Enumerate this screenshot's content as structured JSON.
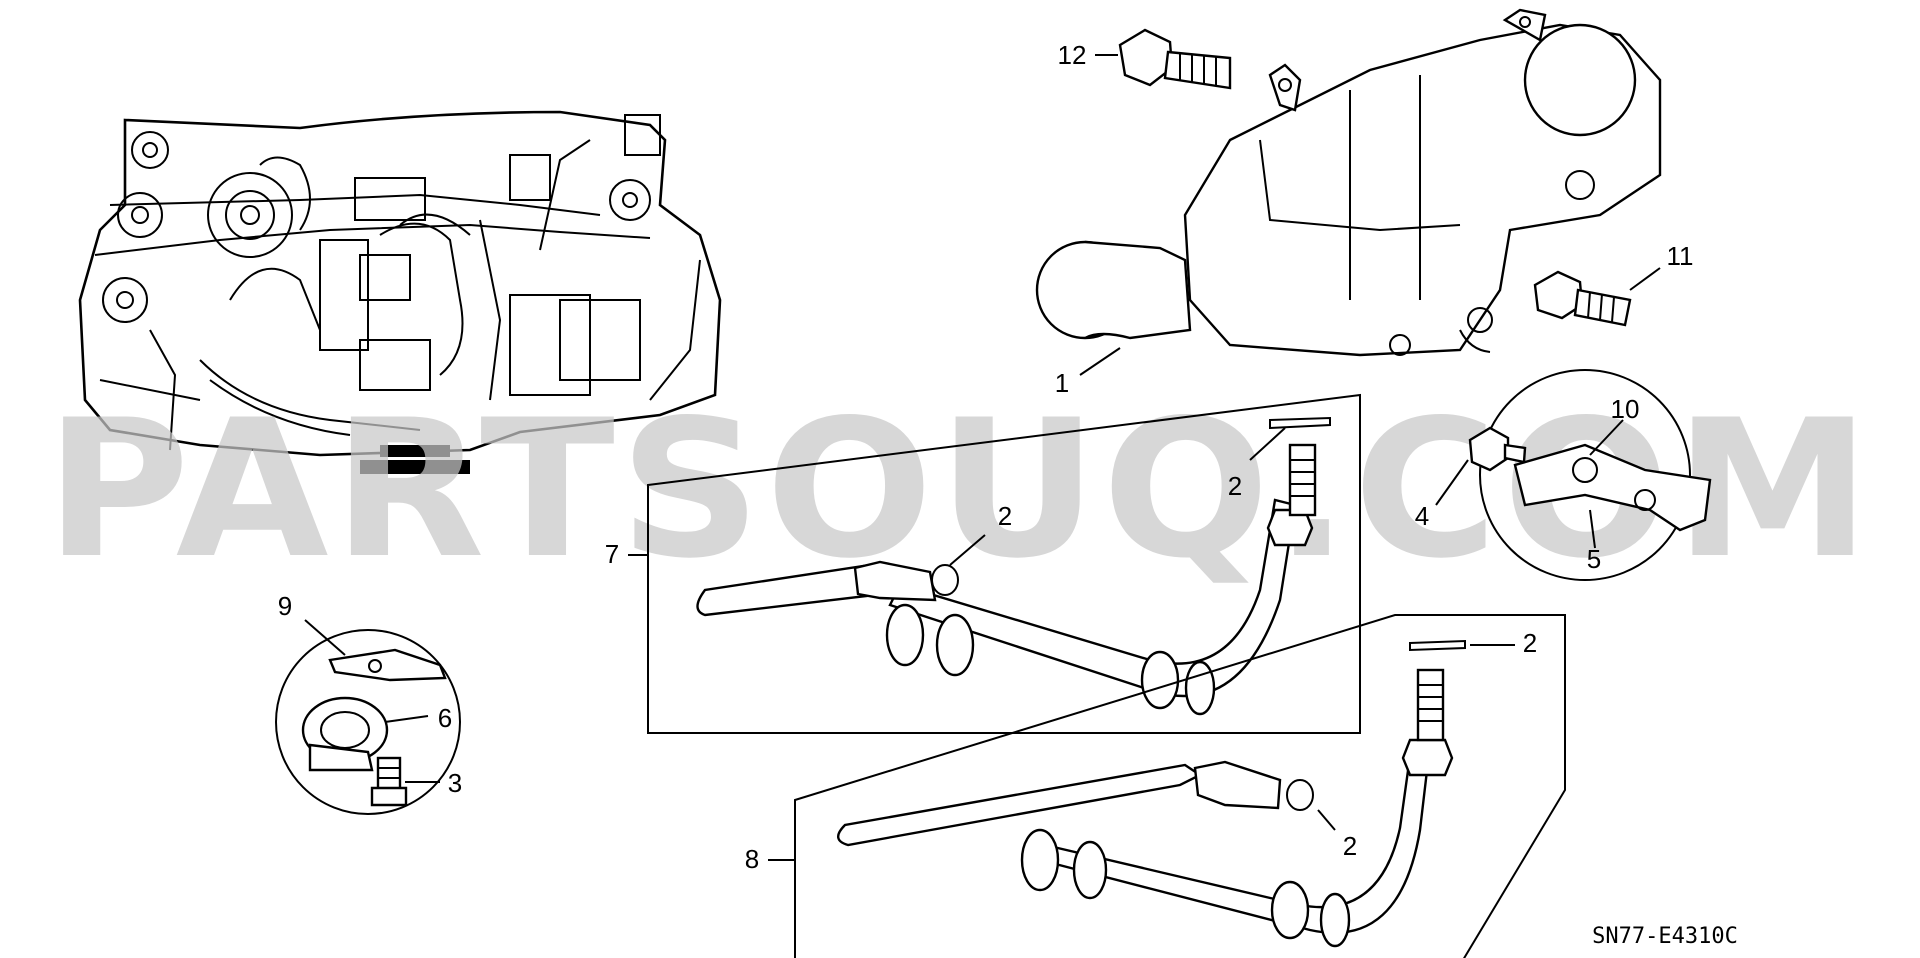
{
  "diagram": {
    "watermark": "PARTSOUQ.COM",
    "drawing_code": "SN77-E4310C",
    "callouts": {
      "c1": "1",
      "c2a": "2",
      "c2b": "2",
      "c2c": "2",
      "c2d": "2",
      "c3": "3",
      "c4": "4",
      "c5": "5",
      "c6": "6",
      "c7": "7",
      "c8": "8",
      "c9": "9",
      "c10": "10",
      "c11": "11",
      "c12": "12"
    }
  }
}
